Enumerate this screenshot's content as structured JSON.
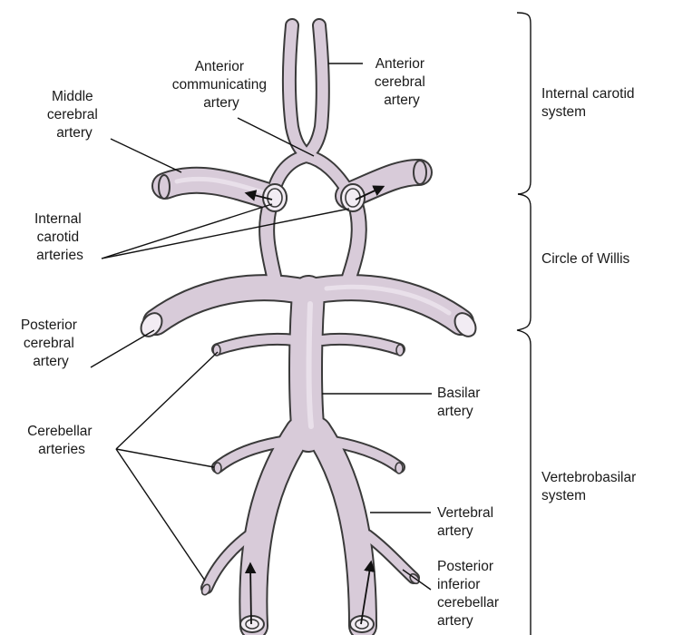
{
  "colors": {
    "vessel_fill": "#d8cbd9",
    "vessel_edge": "#3a3a3a",
    "vessel_highlight": "#e9e0ea",
    "vessel_lumen": "#f2ecf3"
  },
  "labels": {
    "anterior_communicating": [
      "Anterior",
      "communicating",
      "artery"
    ],
    "anterior_cerebral": [
      "Anterior",
      "cerebral",
      "artery"
    ],
    "middle_cerebral": [
      "Middle",
      "cerebral",
      "artery"
    ],
    "internal_carotid": [
      "Internal",
      "carotid",
      "arteries"
    ],
    "posterior_cerebral": [
      "Posterior",
      "cerebral",
      "artery"
    ],
    "cerebellar": [
      "Cerebellar",
      "arteries"
    ],
    "basilar": [
      "Basilar",
      "artery"
    ],
    "vertebral": [
      "Vertebral",
      "artery"
    ],
    "pica": [
      "Posterior",
      "inferior",
      "cerebellar",
      "artery"
    ]
  },
  "systems": {
    "internal_carotid": [
      "Internal carotid",
      "system"
    ],
    "circle_of_willis": [
      "Circle of Willis"
    ],
    "vertebrobasilar": [
      "Vertebrobasilar",
      "system"
    ]
  }
}
